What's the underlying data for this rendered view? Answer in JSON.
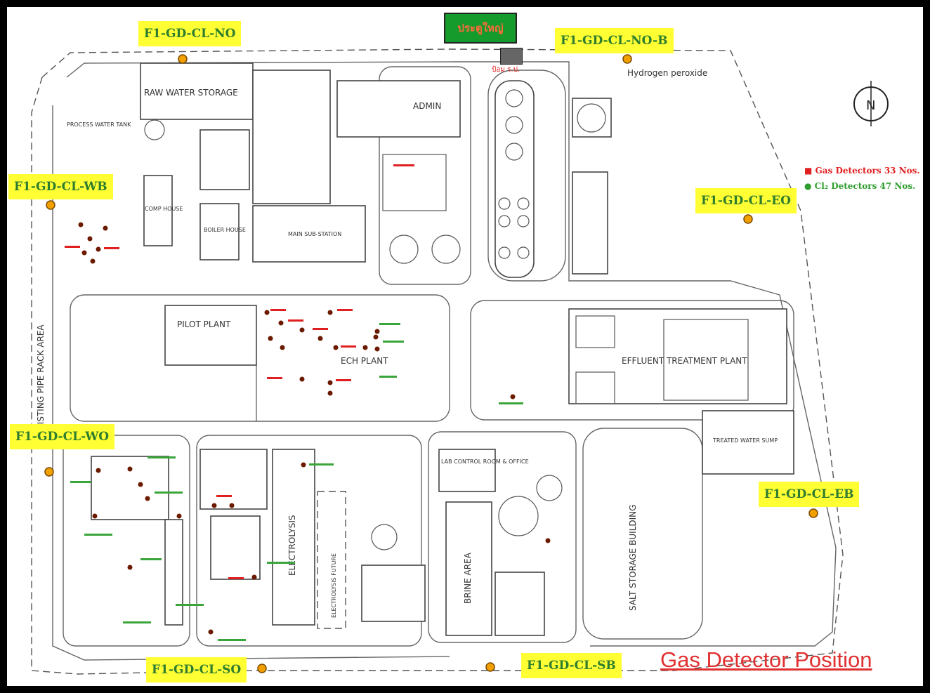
{
  "title": "Gas Detector Position",
  "gate": {
    "label": "ประตูใหญ่",
    "sub": "ป้อม ร.ป."
  },
  "legend": {
    "gas": "Gas Detectors 33 Nos.",
    "cl2": "Cl₂ Detectors 47 Nos.",
    "gas_color": "#e02020",
    "cl2_color": "#2e9d2e"
  },
  "station_labels": [
    "F1-GD-CL-NO",
    "F1-GD-CL-NO-B",
    "F1-GD-CL-WB",
    "F1-GD-CL-EO",
    "F1-GD-CL-WO",
    "F1-GD-CL-EB",
    "F1-GD-CL-SO",
    "F1-GD-CL-SB"
  ],
  "areas": {
    "raw_water_storage": "RAW WATER STORAGE",
    "admin": "ADMIN",
    "hydrogen_peroxide": "Hydrogen peroxide",
    "main_substation": "MAIN SUB-STATION",
    "pilot_plant": "PILOT PLANT",
    "ech_plant": "ECH PLANT",
    "effluent": "EFFLUENT TREATMENT PLANT",
    "electrolysis": "ELECTROLYSIS",
    "electrolysis_future": "ELECTROLYSIS FUTURE",
    "salt_storage": "SALT STORAGE BUILDING",
    "pipe_rack": "EXISTING PIPE RACK AREA",
    "comp_house": "COMP HOUSE",
    "boiler_house": "BOILER HOUSE",
    "process_water_tank": "PROCESS WATER TANK",
    "brine_area": "BRINE AREA",
    "treated_water_sump": "TREATED WATER SUMP",
    "lab_control": "LAB CONTROL ROOM & OFFICE",
    "north": "N"
  }
}
